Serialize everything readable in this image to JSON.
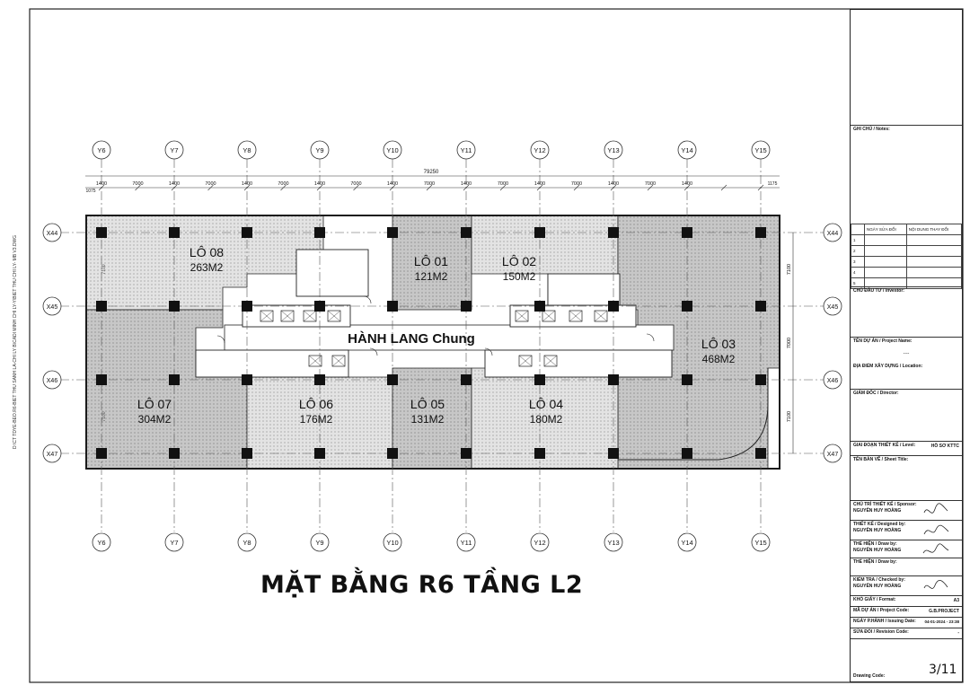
{
  "drawing_title": "MẶT BẰNG R6 TẦNG L2",
  "side_path": "D:\\CT TDYE-BEO.R6-BIET THU SANH LA-CHI LY B\\CADI MINH CHI LY-Y\\BIET THU CHI LY- MB V3.DWG",
  "grid_x": [
    "Y6",
    "Y7",
    "Y8",
    "Y9",
    "Y10",
    "Y11",
    "Y12",
    "Y13",
    "Y14",
    "Y15"
  ],
  "grid_y": [
    "X44",
    "X45",
    "X46",
    "X47"
  ],
  "dimensions": {
    "overall": "79250",
    "bays": [
      "1400",
      "7000",
      "1400",
      "7000",
      "1400",
      "7000",
      "1400",
      "7000",
      "1400",
      "7000",
      "1400",
      "7000",
      "1400",
      "7000",
      "1400",
      "7000",
      "1400"
    ],
    "edge_left": "1075",
    "edge_right": "1175",
    "vertical": [
      "7100",
      "7000",
      "7100"
    ]
  },
  "corridor_label": "HÀNH LANG Chung",
  "units": [
    {
      "name": "LÔ 08",
      "area": "263M2"
    },
    {
      "name": "LÔ 01",
      "area": "121M2"
    },
    {
      "name": "LÔ 02",
      "area": "150M2"
    },
    {
      "name": "LÔ 03",
      "area": "468M2"
    },
    {
      "name": "LÔ 07",
      "area": "304M2"
    },
    {
      "name": "LÔ 06",
      "area": "176M2"
    },
    {
      "name": "LÔ 05",
      "area": "131M2"
    },
    {
      "name": "LÔ 04",
      "area": "180M2"
    }
  ],
  "title_block": {
    "notes": "GHI CHÚ / Notes:",
    "rev_headers": [
      "NGÀY SỬA ĐỔI",
      "NỘI DUNG THAY ĐỔI"
    ],
    "rev_rows": [
      "1",
      "2",
      "3",
      "4",
      "5"
    ],
    "investor": "CHỦ ĐẦU TƯ / Investor:",
    "project_name": "TÊN DỰ ÁN / Project Name:",
    "project_value": "----",
    "location": "ĐỊA ĐIỂM XÂY DỰNG / Location:",
    "director": "GIÁM ĐỐC / Director:",
    "stage_label": "GIAI ĐOẠN THIẾT KẾ / Level:",
    "stage_value": "HỒ SƠ KTTC",
    "sheet_title": "TÊN BẢN VẼ / Sheet Title:",
    "sponsor_label": "CHỦ TRÌ THIẾT KẾ / Sponsor:",
    "sponsor": "NGUYỄN HUY HOÀNG",
    "designer_label": "THIẾT KẾ / Designed by:",
    "designer": "NGUYỄN HUY HOÀNG",
    "drawer_label": "THỂ HIỆN / Draw by:",
    "drawer": "NGUYỄN HUY HOÀNG",
    "drawer2_label": "THỂ HIỆN / Draw by:",
    "checker_label": "KIỂM TRA / Checked by:",
    "checker": "NGUYỄN HUY HOÀNG",
    "format_label": "KHỔ GIẤY / Format:",
    "format": "A3",
    "code_label": "MÃ DỰ ÁN / Project Code:",
    "code": "G.B.PROJECT",
    "date_label": "NGÀY P.HÀNH / Issuing Date:",
    "date": "04-01-2024 - 23:38",
    "revision_label": "SỬA ĐỔI / Revision Code:",
    "revision": "-",
    "drawing_code_label": "Drawing Code:",
    "page": "3/11"
  },
  "colors": {
    "line": "#1a1a1a",
    "fill_dark": "#bdbdbd",
    "fill_light": "#dedede",
    "core": "#ffffff"
  }
}
